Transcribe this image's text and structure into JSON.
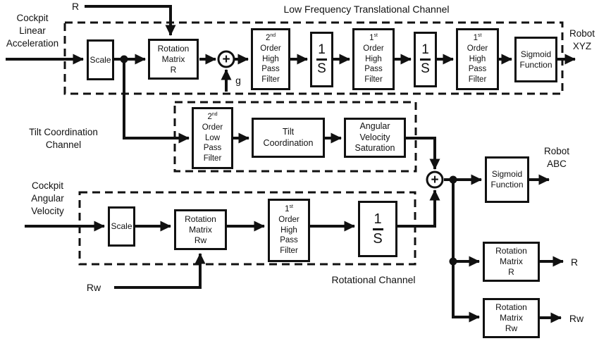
{
  "titles": {
    "translational_channel": "Low Frequency Translational Channel",
    "tilt_channel_line1": "Tilt Coordination",
    "tilt_channel_line2": "Channel",
    "rotational_channel": "Rotational Channel"
  },
  "inputs": {
    "linear_acceleration": {
      "line1": "Cockpit",
      "line2": "Linear",
      "line3": "Acceleration"
    },
    "angular_velocity": {
      "line1": "Cockpit",
      "line2": "Angular",
      "line3": "Velocity"
    },
    "rotation_r": "R",
    "rotation_rw": "Rw",
    "gravity": "g"
  },
  "outputs": {
    "robot_xyz": {
      "line1": "Robot",
      "line2": "XYZ"
    },
    "robot_abc": {
      "line1": "Robot",
      "line2": "ABC"
    },
    "rotation_r": "R",
    "rotation_rw": "Rw"
  },
  "blocks": {
    "scale": "Scale",
    "rotation_matrix_r": {
      "line1": "Rotation",
      "line2": "Matrix",
      "line3": "R"
    },
    "rotation_matrix_rw": {
      "line1": "Rotation",
      "line2": "Matrix",
      "line3": "Rw"
    },
    "second_order_high_pass": {
      "ord": "2",
      "sup": "nd",
      "line2": "Order",
      "line3": "High",
      "line4": "Pass",
      "line5": "Filter"
    },
    "first_order_high_pass": {
      "ord": "1",
      "sup": "st",
      "line2": "Order",
      "line3": "High",
      "line4": "Pass",
      "line5": "Filter"
    },
    "second_order_low_pass": {
      "ord": "2",
      "sup": "nd",
      "line2": "Order",
      "line3": "Low",
      "line4": "Pass",
      "line5": "Filter"
    },
    "integrator": {
      "num": "1",
      "den": "S"
    },
    "sigmoid": {
      "line1": "Sigmoid",
      "line2": "Function"
    },
    "tilt_coordination": {
      "line1": "Tilt",
      "line2": "Coordination"
    },
    "angular_velocity_saturation": {
      "line1": "Angular",
      "line2": "Velocity",
      "line3": "Saturation"
    }
  },
  "symbols": {
    "sum": "+"
  },
  "colors": {
    "line": "#111111",
    "background": "#ffffff"
  }
}
